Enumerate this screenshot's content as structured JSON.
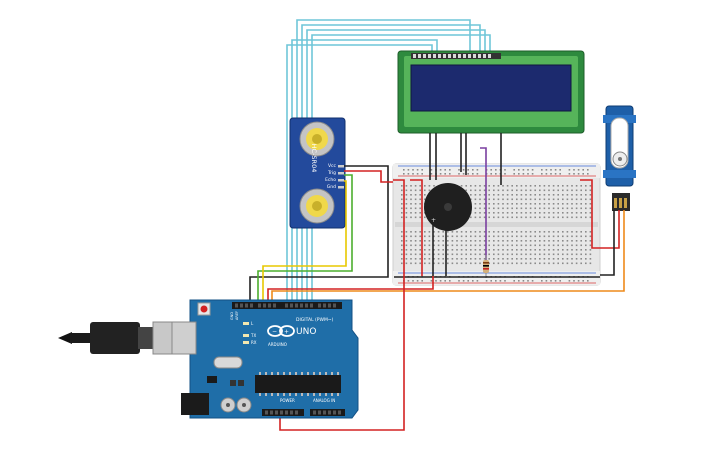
{
  "arduino": {
    "model": "UNO",
    "brand": "ARDUINO",
    "digital_header": "DIGITAL (PWM~)",
    "power_header": "POWER",
    "analog_header": "ANALOG IN",
    "led_l": "L",
    "led_tx": "TX",
    "led_rx": "RX",
    "aref": "AREF",
    "gnd": "GND",
    "color": "#1f6ea8"
  },
  "ultrasonic": {
    "model": "HC-SR04",
    "pins": [
      "Vcc",
      "Trig",
      "Echo",
      "Gnd"
    ]
  },
  "wire_colors": {
    "red": "#d32222",
    "black": "#222222",
    "yellow": "#e8c800",
    "green": "#4caf2e",
    "orange": "#ee8a1a",
    "cyan": "#6fc6d8",
    "purple": "#7a3fa0"
  }
}
